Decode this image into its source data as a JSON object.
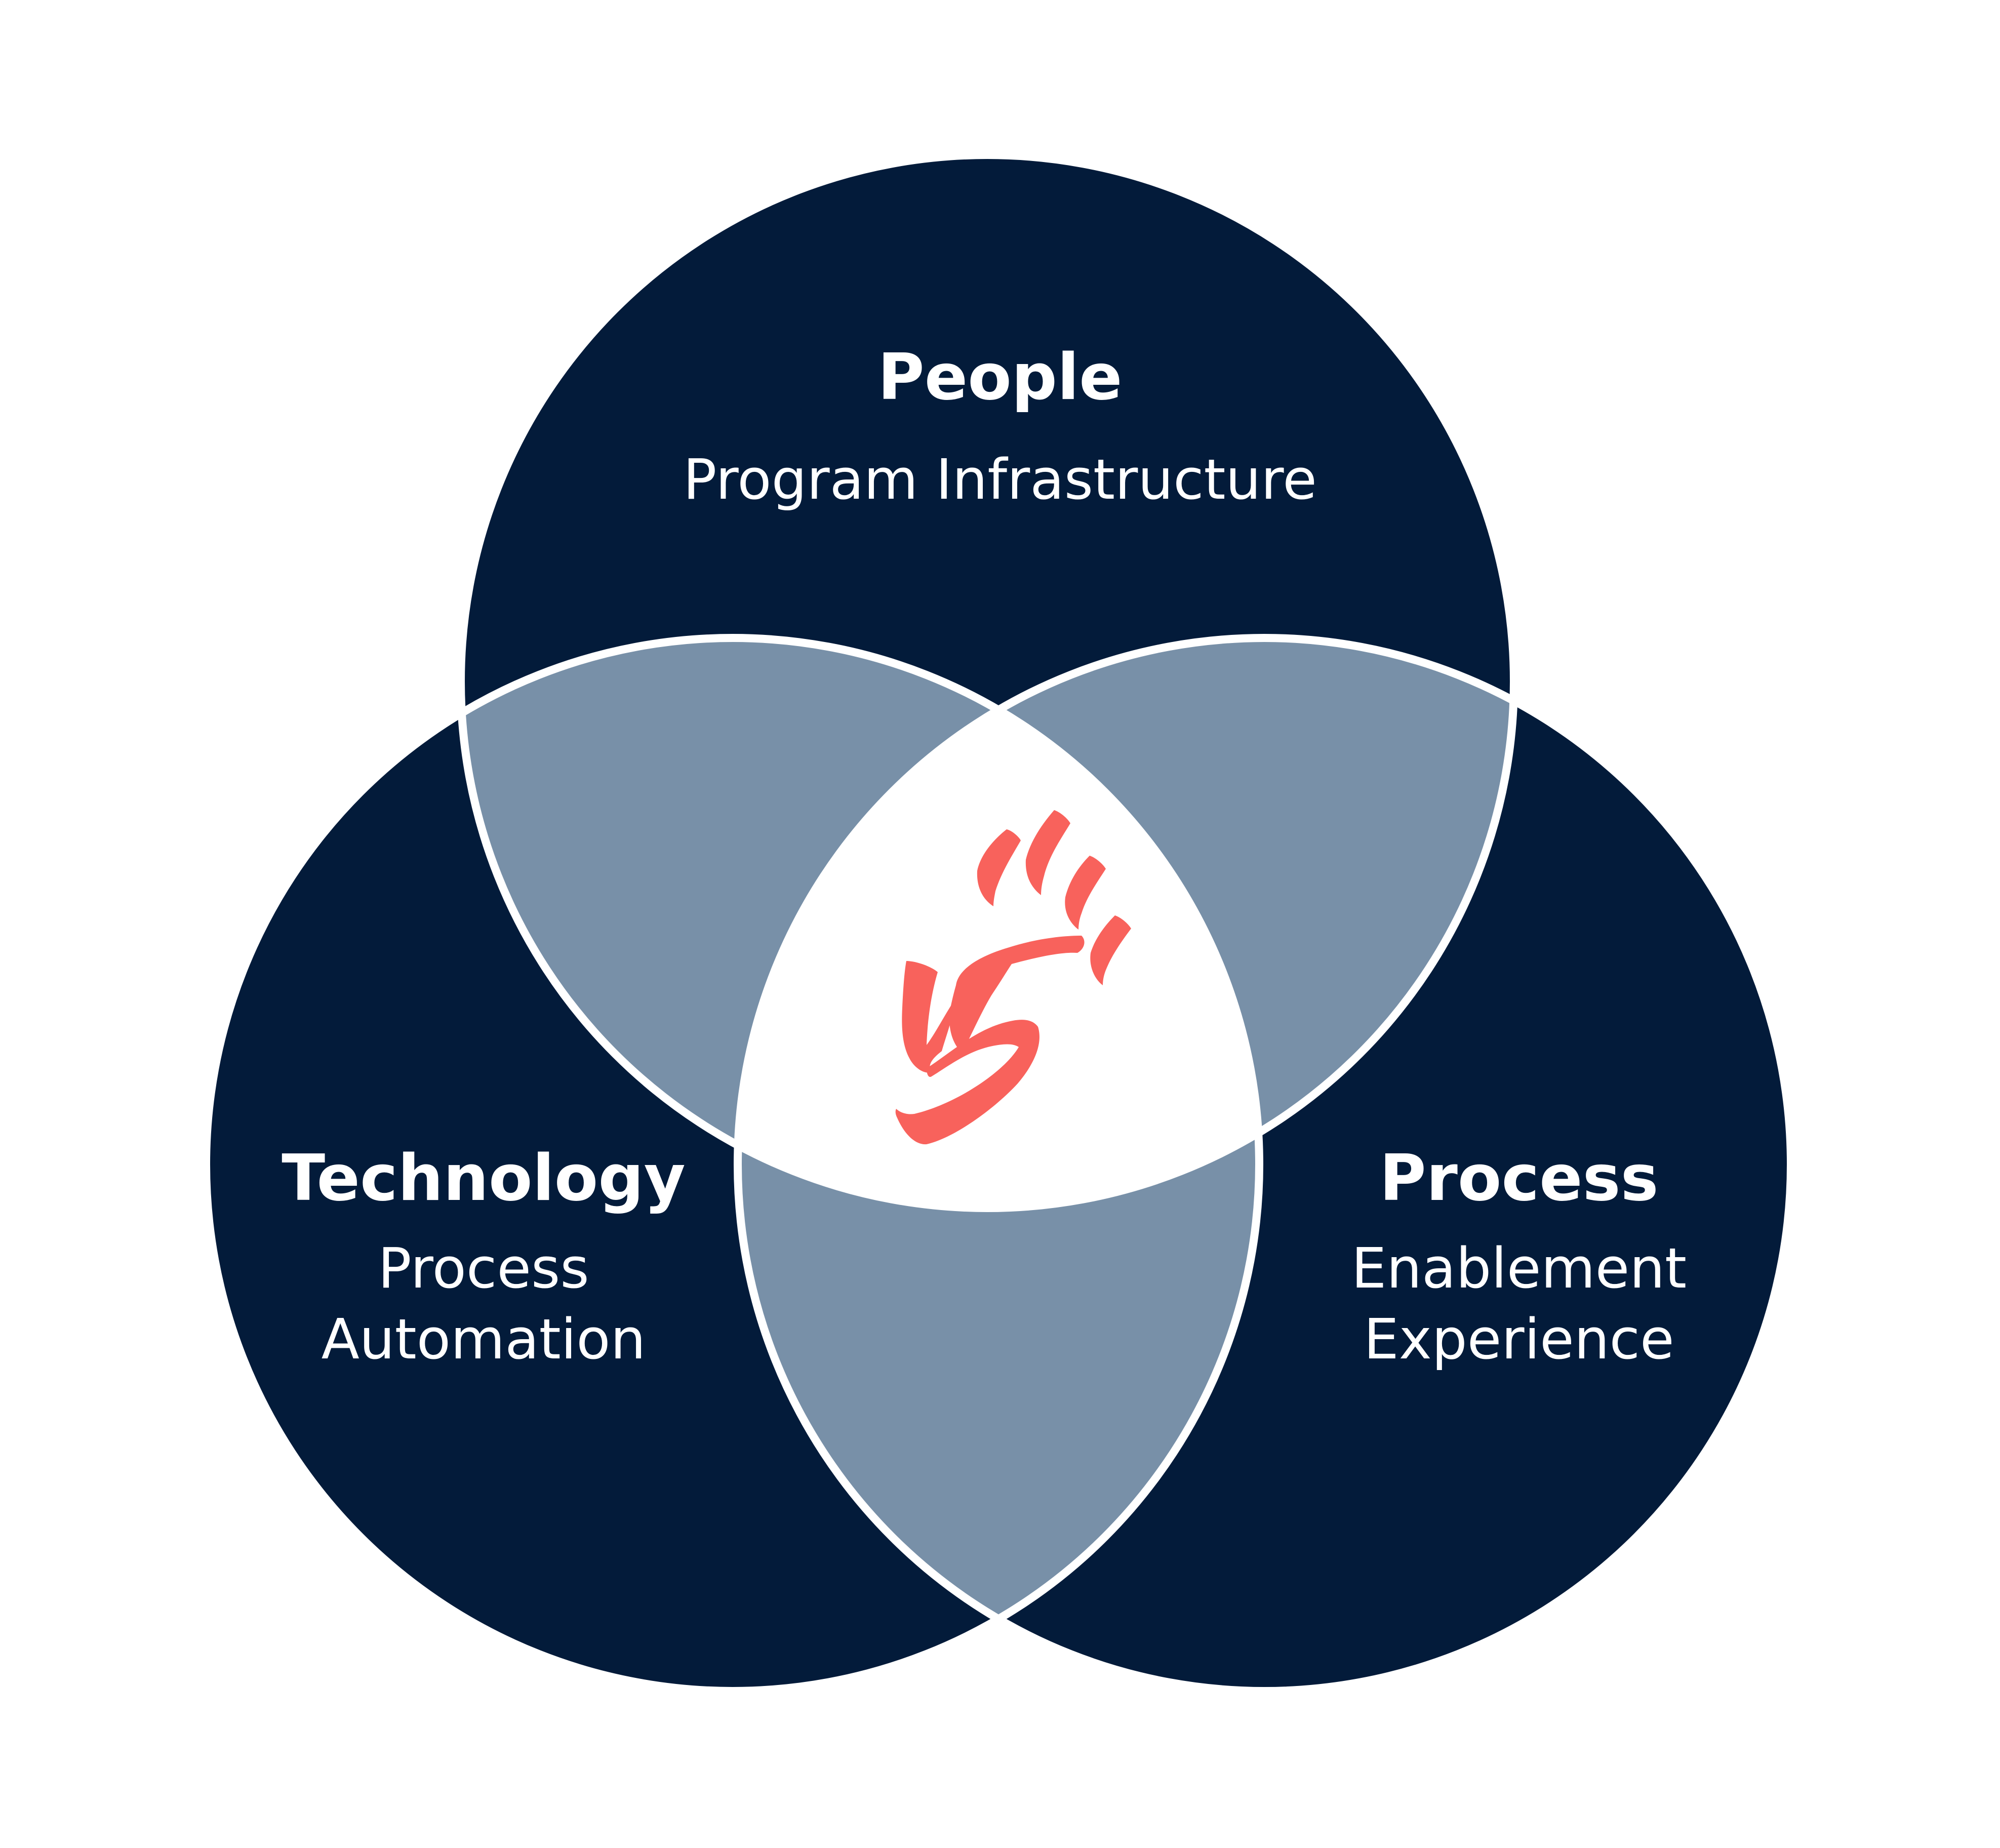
{
  "colors": {
    "circle_fill": "#031b3a",
    "overlap_fill": "#7890a8",
    "center_fill": "#ffffff",
    "outline": "#ffffff",
    "text": "#ffffff",
    "logo": "#f8625c"
  },
  "circles": {
    "people": {
      "title": "People",
      "lines": [
        "Program Infrastructure"
      ]
    },
    "technology": {
      "title": "Technology",
      "lines": [
        "Process",
        "Automation"
      ]
    },
    "process": {
      "title": "Process",
      "lines": [
        "Enablement",
        "Experience"
      ]
    }
  },
  "center": {
    "icon": "raised-hand-logo-icon"
  }
}
